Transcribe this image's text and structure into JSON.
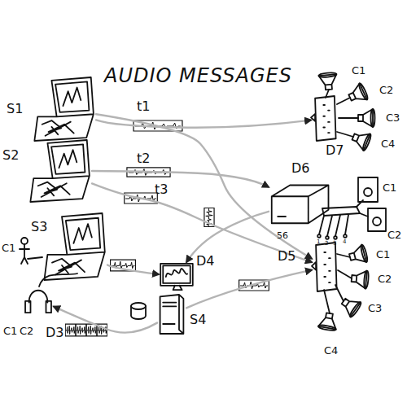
{
  "diagram": {
    "title": "AUDIO MESSAGES",
    "nodes": [
      {
        "text": [
          "S1"
        ]
      },
      {
        "text": [
          "S2"
        ]
      },
      {
        "text": [
          "S3"
        ]
      },
      {
        "text": [
          "D4"
        ]
      },
      {
        "text": [
          "S4"
        ]
      },
      {
        "text": [
          "D3"
        ]
      },
      {
        "text": [
          "D7"
        ]
      },
      {
        "text": [
          "D6"
        ]
      },
      {
        "text": [
          "D5"
        ]
      }
    ],
    "edges": [
      {
        "from": 0,
        "to": 6,
        "arrow": "to",
        "label": "t1"
      },
      {
        "from": 0,
        "to": 8,
        "arrow": "to"
      },
      {
        "from": 1,
        "to": 7,
        "arrow": "to",
        "label": "t2"
      },
      {
        "from": 1,
        "to": 8,
        "arrow": "to",
        "label": "t3"
      },
      {
        "from": 7,
        "to": 3,
        "arrow": "to"
      },
      {
        "from": 2,
        "to": 3,
        "arrow": "to"
      },
      {
        "from": 4,
        "to": 8,
        "arrow": "to"
      },
      {
        "from": 4,
        "to": 5,
        "arrow": "to"
      }
    ],
    "labels": [
      "C1",
      "C2",
      "C3",
      "C4",
      "C1",
      "C2",
      "56",
      "1",
      "2",
      "3",
      "4",
      "C1",
      "C2",
      "C3",
      "C4",
      "C1",
      "C1",
      "C2"
    ]
  }
}
